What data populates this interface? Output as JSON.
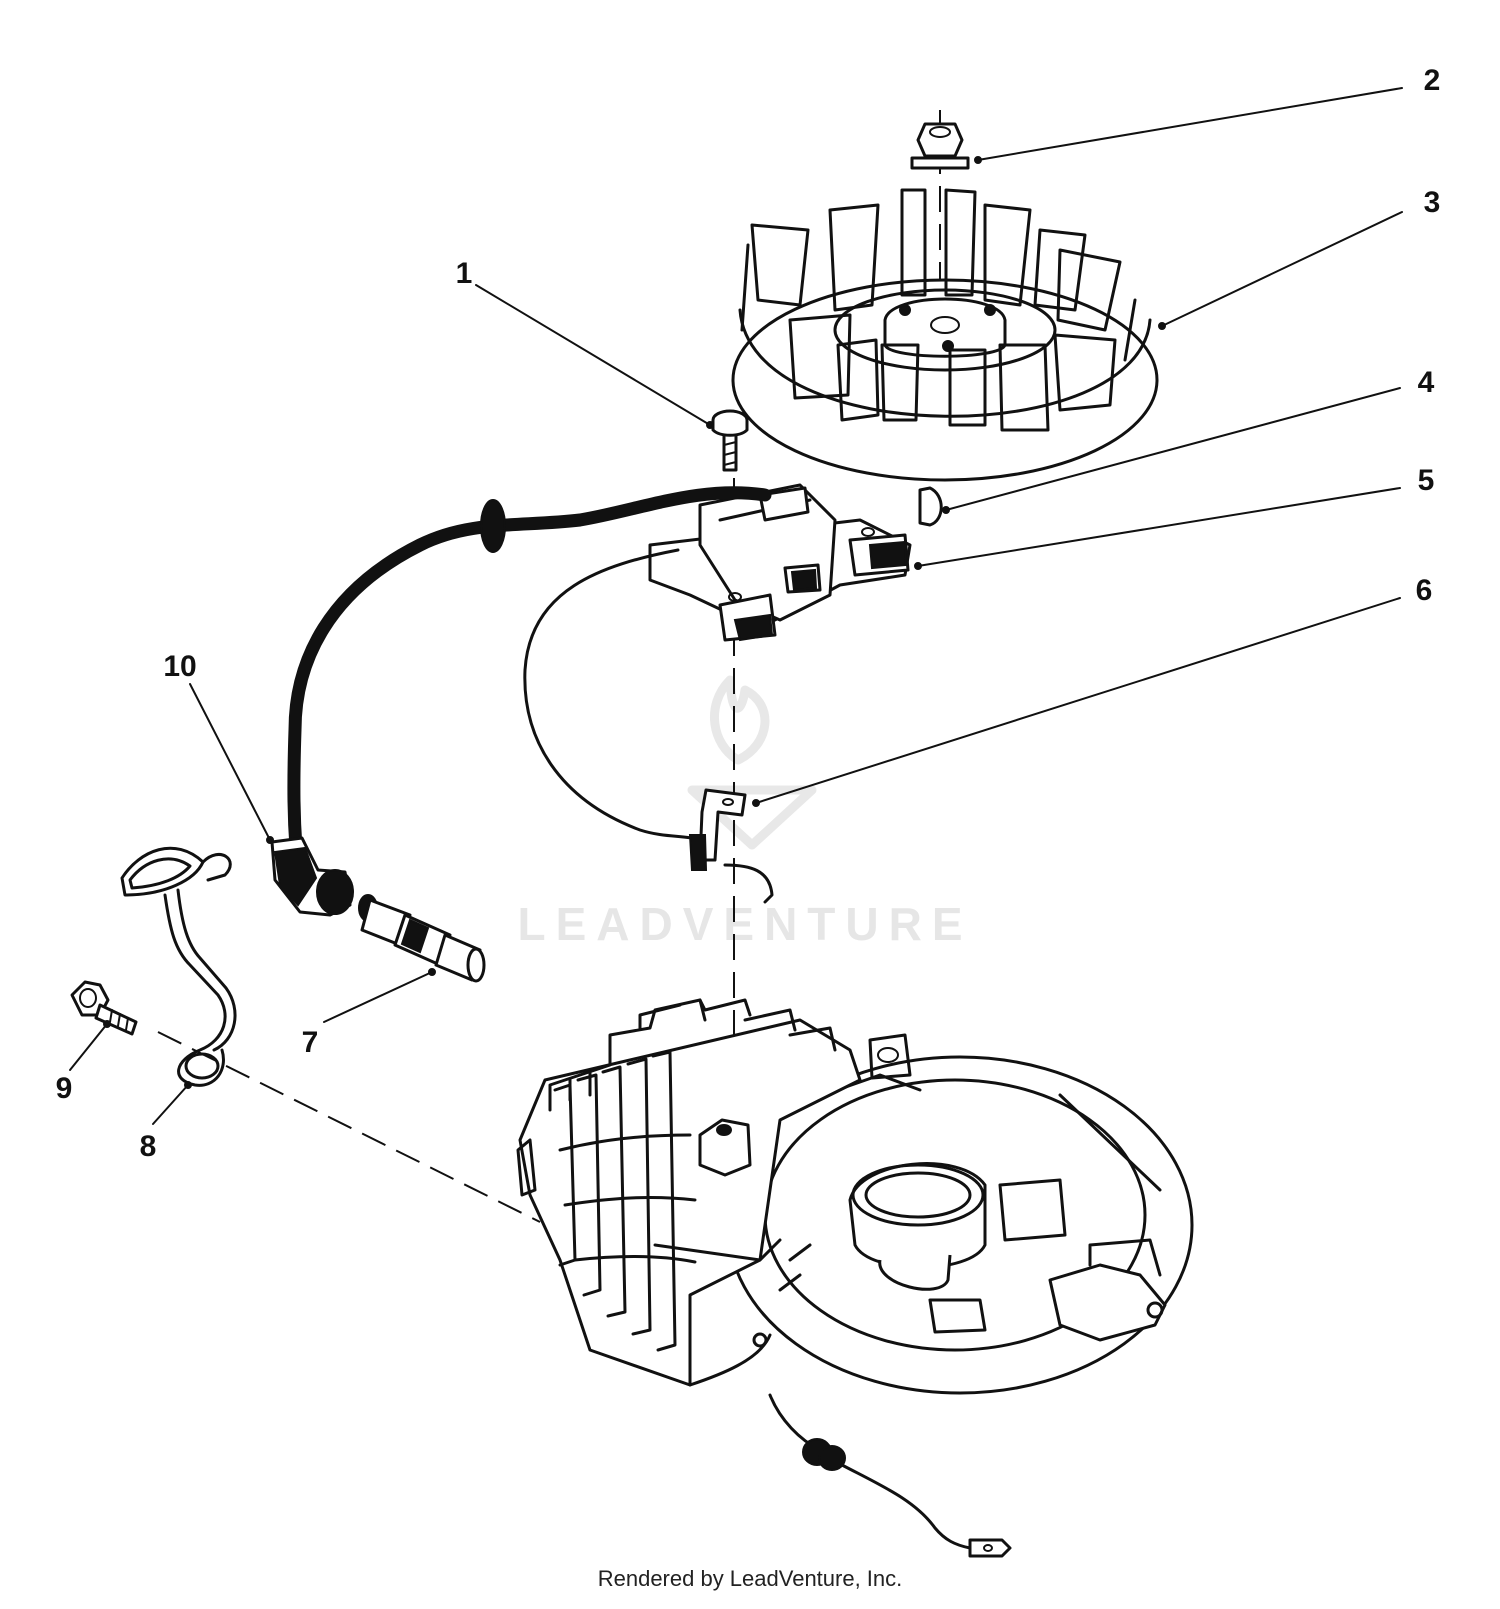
{
  "callouts": [
    {
      "label": "1"
    },
    {
      "label": "2"
    },
    {
      "label": "3"
    },
    {
      "label": "4"
    },
    {
      "label": "5"
    },
    {
      "label": "6"
    },
    {
      "label": "7"
    },
    {
      "label": "8"
    },
    {
      "label": "9"
    },
    {
      "label": "10"
    }
  ],
  "watermark": {
    "text": "LEADVENTURE"
  },
  "footer": {
    "text": "Rendered by LeadVenture, Inc."
  }
}
